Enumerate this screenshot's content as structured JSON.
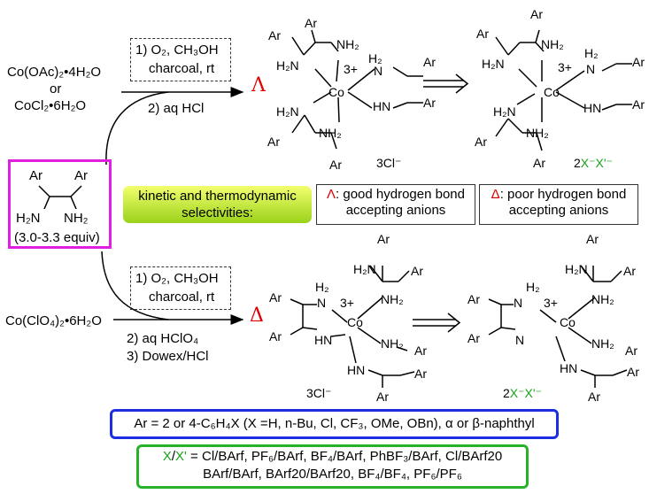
{
  "top": {
    "reagent_1": "Co(OAc)₂•4H₂O",
    "or": "or",
    "reagent_2": "CoCl₂•6H₂O",
    "step1_a": "1) O₂, CH₃OH",
    "step1_b": "charcoal, rt",
    "step2": "2) aq HCl",
    "stereo": "Λ",
    "counterion": "3Cl⁻",
    "product_counterion_prefix": "2",
    "product_counterion": "X⁻X'⁻"
  },
  "ligand": {
    "ar1": "Ar",
    "ar2": "Ar",
    "nh2_1": "H₂N",
    "nh2_2": "NH₂",
    "equiv": "(3.0-3.3 equiv)"
  },
  "selectivity": {
    "label": "kinetic and thermodynamic selectivities:",
    "lambda_symbol": "Λ",
    "lambda_text": ": good hydrogen bond accepting anions",
    "delta_symbol": "Δ",
    "delta_text": ": poor hydrogen bond accepting anions"
  },
  "bottom": {
    "reagent": "Co(ClO₄)₂•6H₂O",
    "step1_a": "1) O₂, CH₃OH",
    "step1_b": "charcoal, rt",
    "step2": "2) aq  HClO₄",
    "step3": "3) Dowex/HCl",
    "stereo": "Δ",
    "counterion": "3Cl⁻",
    "product_counterion_prefix": "2",
    "product_counterion": "X⁻X'⁻"
  },
  "complex": {
    "ar": "Ar",
    "nh2": "NH₂",
    "h2n": "H₂N",
    "hn": "HN",
    "h2": "H₂",
    "n": "N",
    "co": "Co",
    "charge": "3+"
  },
  "ar_definition": "Ar = 2 or 4-C₆H₄X (X =H, n-Bu, Cl, CF₃, OMe, OBn), α or β-naphthyl",
  "x_definition": {
    "prefix_x": "X",
    "slash": "/",
    "prefix_x2": "X'",
    "line1": " = Cl/BArf, PF₆/BArf, BF₄/BArf, PhBF₃/BArf, Cl/BArf20",
    "line2": "BArf/BArf, BArf20/BArf20, BF₄/BF₄, PF₆/PF₆"
  },
  "colors": {
    "red": "#e00000",
    "green": "#1aa01a",
    "magenta": "#e020e0",
    "blue": "#1b2ee0",
    "box_green": "#29b129"
  }
}
